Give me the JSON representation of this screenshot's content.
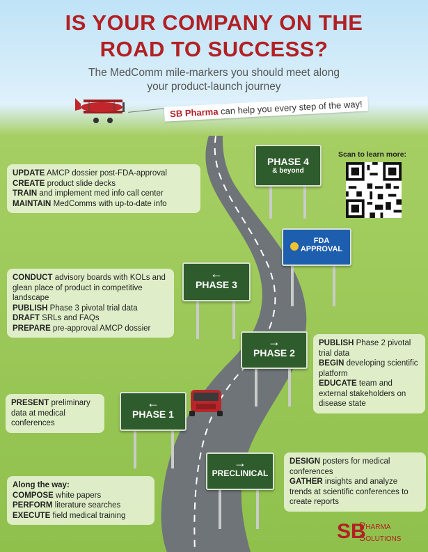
{
  "header": {
    "title_line1": "IS YOUR COMPANY ON THE",
    "title_line2": "ROAD TO SUCCESS?",
    "subtitle_line1": "The MedComm mile-markers you should meet along",
    "subtitle_line2": "your product-launch journey",
    "banner_brand": "SB Pharma",
    "banner_text": " can help you every step of the way!"
  },
  "signs": {
    "phase4": "PHASE 4",
    "phase4_sub": "& beyond",
    "fda_line1": "FDA",
    "fda_line2": "APPROVAL",
    "phase3": "PHASE 3",
    "phase2": "PHASE 2",
    "phase1": "PHASE 1",
    "preclinical": "PRECLINICAL"
  },
  "qr": {
    "label": "Scan to learn more:"
  },
  "boxes": {
    "phase4": [
      {
        "verb": "UPDATE",
        "text": " AMCP dossier post-FDA-approval"
      },
      {
        "verb": "CREATE",
        "text": " product slide decks"
      },
      {
        "verb": "TRAIN",
        "text": " and implement med info call center"
      },
      {
        "verb": "MAINTAIN",
        "text": " MedComms with up-to-date info"
      }
    ],
    "phase3": [
      {
        "verb": "CONDUCT",
        "text": " advisory boards with KOLs and glean place of product in competitive landscape"
      },
      {
        "verb": "PUBLISH",
        "text": " Phase 3 pivotal trial data"
      },
      {
        "verb": "DRAFT",
        "text": " SRLs and FAQs"
      },
      {
        "verb": "PREPARE",
        "text": " pre-approval AMCP dossier"
      }
    ],
    "phase2": [
      {
        "verb": "PUBLISH",
        "text": " Phase 2 pivotal trial data"
      },
      {
        "verb": "BEGIN",
        "text": " developing scientific platform"
      },
      {
        "verb": "EDUCATE",
        "text": " team and external stakeholders on disease state"
      }
    ],
    "phase1": [
      {
        "verb": "PRESENT",
        "text": " preliminary data at medical conferences"
      }
    ],
    "preclinical": [
      {
        "verb": "DESIGN",
        "text": " posters for medical conferences"
      },
      {
        "verb": "GATHER",
        "text": " insights and analyze trends at scientific conferences to create reports"
      }
    ],
    "along": {
      "heading": "Along the way:",
      "items": [
        {
          "verb": "COMPOSE",
          "text": " white papers"
        },
        {
          "verb": "PERFORM",
          "text": " literature searches"
        },
        {
          "verb": "EXECUTE",
          "text": " field medical training"
        }
      ]
    }
  },
  "logo": {
    "mark": "SB",
    "line1": "Pharma",
    "line2": "Solutions"
  },
  "colors": {
    "title_red": "#b22024",
    "sign_green": "#2f5c2c",
    "fda_blue": "#1d5fae",
    "road_gray": "#6f7479"
  }
}
